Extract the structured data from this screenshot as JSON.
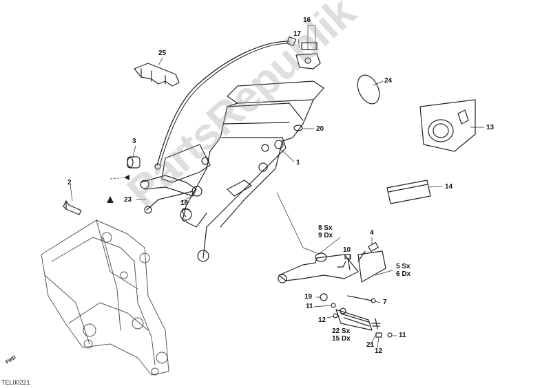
{
  "drawing": {
    "reference_code": "TEL00221",
    "fwd_mark": "FWD",
    "watermark": "PartsRepublik"
  },
  "callouts": [
    {
      "id": "c16",
      "text": "16"
    },
    {
      "id": "c17",
      "text": "17"
    },
    {
      "id": "c25",
      "text": "25"
    },
    {
      "id": "c24",
      "text": "24"
    },
    {
      "id": "c13",
      "text": "13"
    },
    {
      "id": "c20",
      "text": "20"
    },
    {
      "id": "c3",
      "text": "3"
    },
    {
      "id": "c1",
      "text": "1"
    },
    {
      "id": "c14",
      "text": "14"
    },
    {
      "id": "c2",
      "text": "2"
    },
    {
      "id": "c23",
      "text": "23"
    },
    {
      "id": "c18",
      "text": "18"
    },
    {
      "id": "c8",
      "text": "8 Sx"
    },
    {
      "id": "c9",
      "text": "9 Dx"
    },
    {
      "id": "c4",
      "text": "4"
    },
    {
      "id": "c10",
      "text": "10"
    },
    {
      "id": "c5",
      "text": "5 Sx"
    },
    {
      "id": "c6",
      "text": "6 Dx"
    },
    {
      "id": "c19",
      "text": "19"
    },
    {
      "id": "c7",
      "text": "7"
    },
    {
      "id": "c11a",
      "text": "11"
    },
    {
      "id": "c12a",
      "text": "12"
    },
    {
      "id": "c22",
      "text": "22 Sx"
    },
    {
      "id": "c15",
      "text": "15 Dx"
    },
    {
      "id": "c21",
      "text": "21"
    },
    {
      "id": "c11b",
      "text": "11"
    },
    {
      "id": "c12b",
      "text": "12"
    }
  ]
}
